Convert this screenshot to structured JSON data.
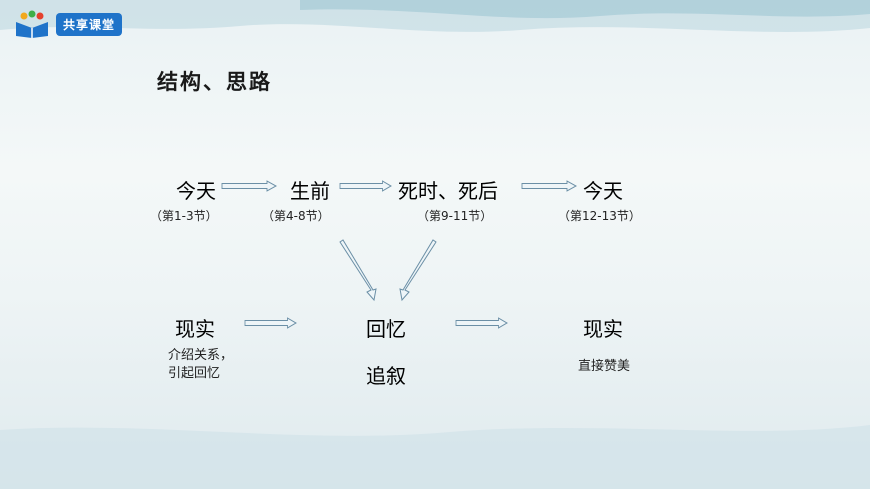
{
  "badge": {
    "label": "共享课堂"
  },
  "title": "结构、思路",
  "timeline": [
    {
      "label": "今天",
      "sections": "（第1-3节）"
    },
    {
      "label": "生前",
      "sections": "（第4-8节）"
    },
    {
      "label": "死时、死后",
      "sections": "（第9-11节）"
    },
    {
      "label": "今天",
      "sections": "（第12-13节）"
    }
  ],
  "bottom": {
    "left": {
      "label": "现实",
      "note_line1": "介绍关系，",
      "note_line2": "引起回忆"
    },
    "center": {
      "label": "回忆",
      "sub": "追叙"
    },
    "right": {
      "label": "现实",
      "note": "直接赞美"
    }
  },
  "colors": {
    "accent": "#1f73c9",
    "arrow": "#6b8fa6"
  }
}
